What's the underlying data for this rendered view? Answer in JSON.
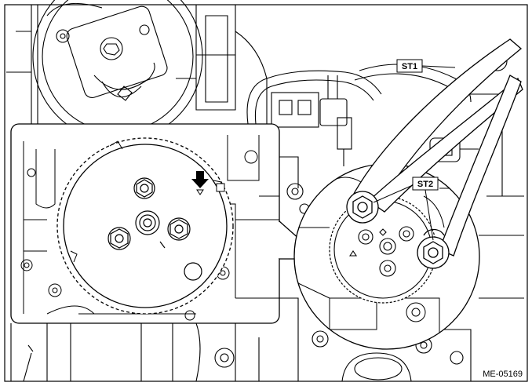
{
  "labels": {
    "st1": "ST1",
    "st2": "ST2",
    "figure_id": "ME-05169"
  },
  "colors": {
    "ink": "#000000",
    "paper": "#ffffff",
    "shade": "#b4b4b4"
  },
  "icons": {
    "direction_marker": "down-arrow-icon",
    "timing_mark": "triangle-mark-icon"
  }
}
